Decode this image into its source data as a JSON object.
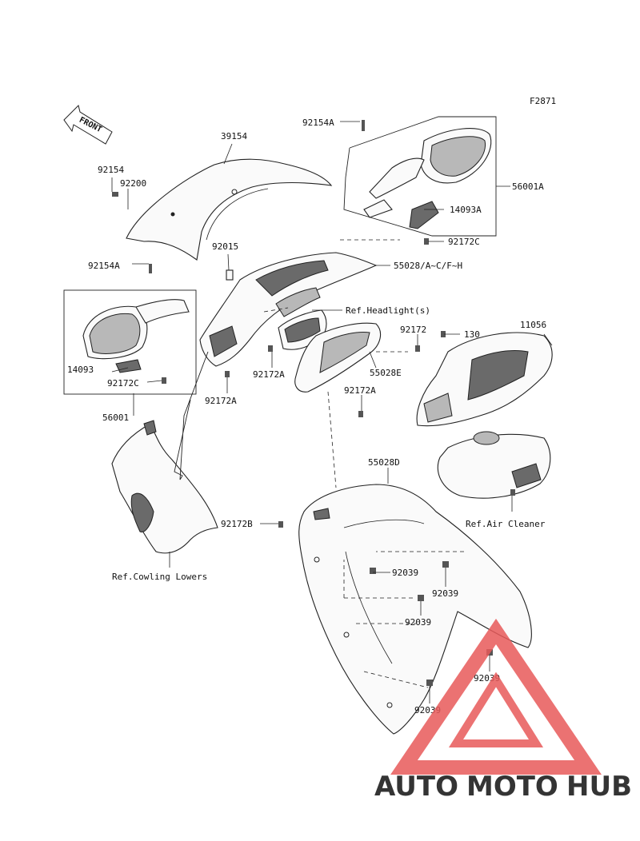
{
  "figure_code": "F2871",
  "front_label": "FRONT",
  "parts": {
    "p39154": "39154",
    "p92154A_top": "92154A",
    "p56001A": "56001A",
    "p92154": "92154",
    "p92200": "92200",
    "p14093A": "14093A",
    "p92172C_right": "92172C",
    "p92015": "92015",
    "p55028ACFH": "55028/A~C/F~H",
    "p92154A_left": "92154A",
    "refHeadlight": "Ref.Headlight(s)",
    "p92172": "92172",
    "p130": "130",
    "p11056": "11056",
    "p14093": "14093",
    "p92172A_mid": "92172A",
    "p55028E": "55028E",
    "p92172C_left": "92172C",
    "p92172A_right": "92172A",
    "p92172A_low": "92172A",
    "p56001": "56001",
    "p55028D": "55028D",
    "p92172B": "92172B",
    "refAirCleaner": "Ref.Air Cleaner",
    "refCowlingLowers": "Ref.Cowling Lowers",
    "p92039_a": "92039",
    "p92039_b": "92039",
    "p92039_c": "92039",
    "p92039_d": "92039",
    "p92039_e": "92039"
  },
  "watermark": {
    "part1": "AUTO",
    "part2": "MOTO",
    "part3": "HUB",
    "color1": "#f5b48a",
    "color2": "#f08a8a",
    "color3": "#8a8a8a",
    "triangle_color": "#e85a5a"
  }
}
